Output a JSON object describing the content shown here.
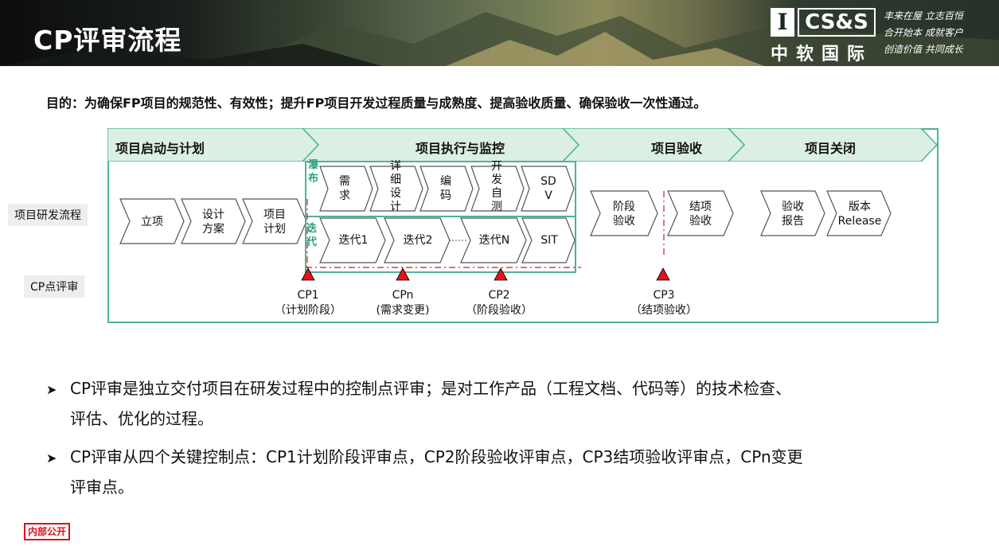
{
  "header": {
    "title": "CP评审流程",
    "logo": {
      "mark": "I",
      "brand": "CS&S",
      "cn": "中软国际"
    },
    "slogan": [
      "丰来在屋 立志百恒",
      "合开始本 成就客户",
      "创造价值 共同成长"
    ]
  },
  "purpose": "目的：为确保FP项目的规范性、有效性；提升FP项目开发过程质量与成熟度、提高验收质量、确保验收一次性通过。",
  "diagram": {
    "phases": [
      "项目启动与计划",
      "项目执行与监控",
      "项目验收",
      "项目关闭"
    ],
    "row_labels": {
      "process": "项目研发流程",
      "cp": "CP点评审"
    },
    "start_steps": [
      "立项",
      "设计\n方案",
      "项目\n计划"
    ],
    "waterfall_tag": "瀑\n布",
    "waterfall_steps": [
      "需\n求",
      "详\n细\n设\n计",
      "编\n码",
      "开\n发\n自\n测",
      "SD\nV"
    ],
    "iteration_tag": "迭\n代",
    "iteration_steps": [
      "迭代1",
      "迭代2",
      "迭代N",
      "SIT"
    ],
    "acceptance_steps": [
      "阶段\n验收",
      "结项\n验收"
    ],
    "closing_steps": [
      "验收\n报告",
      "版本\nRelease"
    ],
    "cp_points": [
      {
        "id": "CP1",
        "desc": "（计划阶段）"
      },
      {
        "id": "CPn",
        "desc": "(需求变更)"
      },
      {
        "id": "CP2",
        "desc": "（阶段验收）"
      },
      {
        "id": "CP3",
        "desc": "（结项验收）"
      }
    ],
    "colors": {
      "frame": "#4fb394",
      "phase_fill": "#dcefe4",
      "chevron_stroke": "#555555",
      "cp_marker": "#e3131b",
      "dash_line": "#e3131b"
    }
  },
  "bullets": [
    {
      "line1": "CP评审是独立交付项目在研发过程中的控制点评审；是对工作产品（工程文档、代码等）的技术检查、",
      "line2": "评估、优化的过程。"
    },
    {
      "line1": "CP评审从四个关键控制点：CP1计划阶段评审点，CP2阶段验收评审点，CP3结项验收评审点，CPn变更",
      "line2": "评审点。"
    }
  ],
  "bullet_icon": "arrow-right-icon",
  "stamp": "内部公开"
}
